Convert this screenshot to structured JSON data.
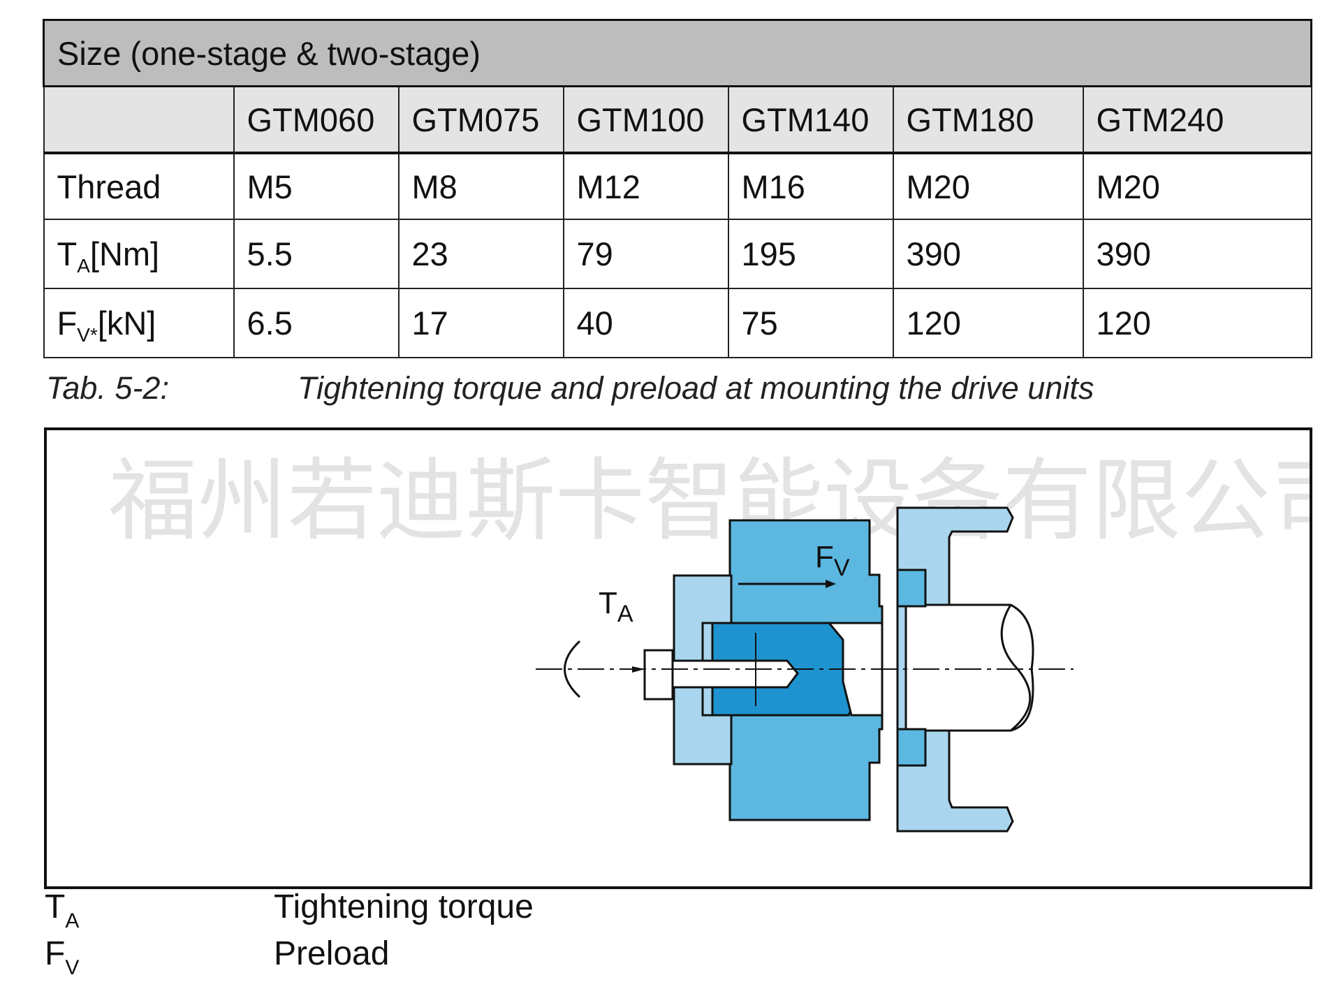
{
  "table": {
    "title": "Size (one-stage & two-stage)",
    "columns": [
      "GTM060",
      "GTM075",
      "GTM100",
      "GTM140",
      "GTM180",
      "GTM240"
    ],
    "rows": [
      {
        "label_main": "Thread",
        "label_sub": "",
        "label_unit": "",
        "values": [
          "M5",
          "M8",
          "M12",
          "M16",
          "M20",
          "M20"
        ]
      },
      {
        "label_main": "T",
        "label_sub": "A",
        "label_unit": "[Nm]",
        "values": [
          "5.5",
          "23",
          "79",
          "195",
          "390",
          "390"
        ]
      },
      {
        "label_main": "F",
        "label_sub": "V*",
        "label_unit": "[kN]",
        "values": [
          "6.5",
          "17",
          "40",
          "75",
          "120",
          "120"
        ]
      }
    ]
  },
  "caption": {
    "number": "Tab. 5-2:",
    "text": "Tightening torque and preload at mounting the drive units"
  },
  "figure": {
    "watermark": "福州若迪斯卡智能设备有限公司",
    "label_ta_main": "T",
    "label_ta_sub": "A",
    "label_fv_main": "F",
    "label_fv_sub": "V",
    "colors": {
      "light_blue": "#a9d6ee",
      "mid_blue": "#5cb8e0",
      "dark_blue": "#1e93cf",
      "outline": "#111111"
    }
  },
  "legend": [
    {
      "symbol": "T",
      "sub": "A",
      "description": "Tightening torque"
    },
    {
      "symbol": "F",
      "sub": "V",
      "description": "Preload"
    }
  ]
}
